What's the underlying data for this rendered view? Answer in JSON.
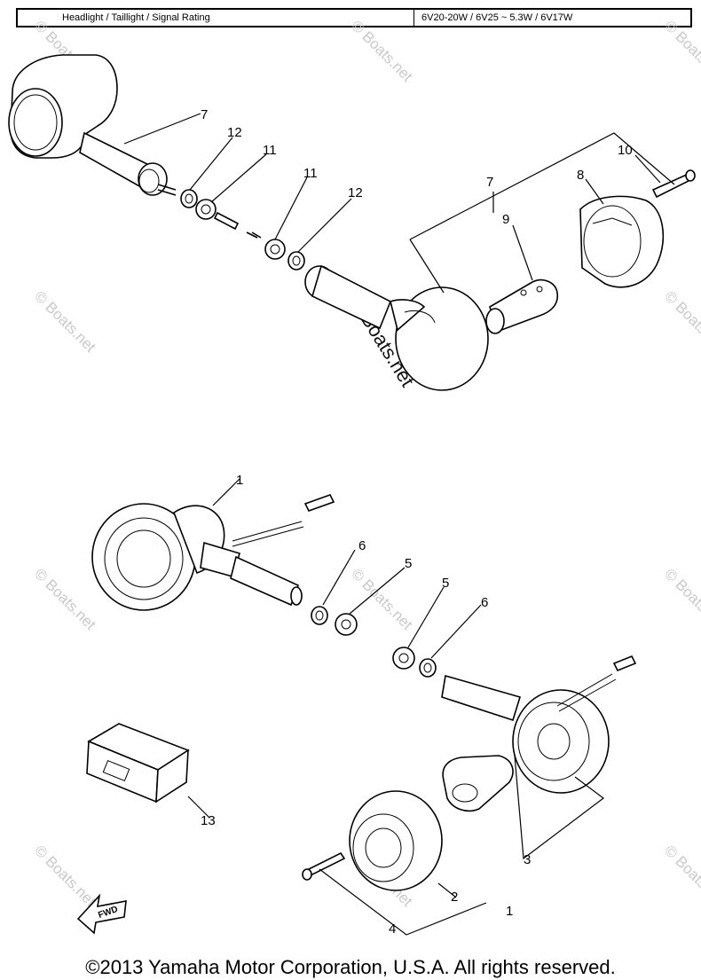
{
  "header": {
    "label": "Headlight / Taillight / Signal Rating",
    "value": "6V20-20W / 6V25 ~ 5.3W / 6V17W"
  },
  "callouts": {
    "c7a": "7",
    "c12a": "12",
    "c11a": "11",
    "c11b": "11",
    "c12b": "12",
    "c7b": "7",
    "c9": "9",
    "c8": "8",
    "c10": "10",
    "c1a": "1",
    "c6a": "6",
    "c5a": "5",
    "c5b": "5",
    "c6b": "6",
    "c13": "13",
    "c3": "3",
    "c2": "2",
    "c1b": "1",
    "c4": "4"
  },
  "fwd_label": "FWD",
  "watermark": "© Boats.net",
  "footer": "©2013 Yamaha Motor Corporation, U.S.A. All rights reserved."
}
